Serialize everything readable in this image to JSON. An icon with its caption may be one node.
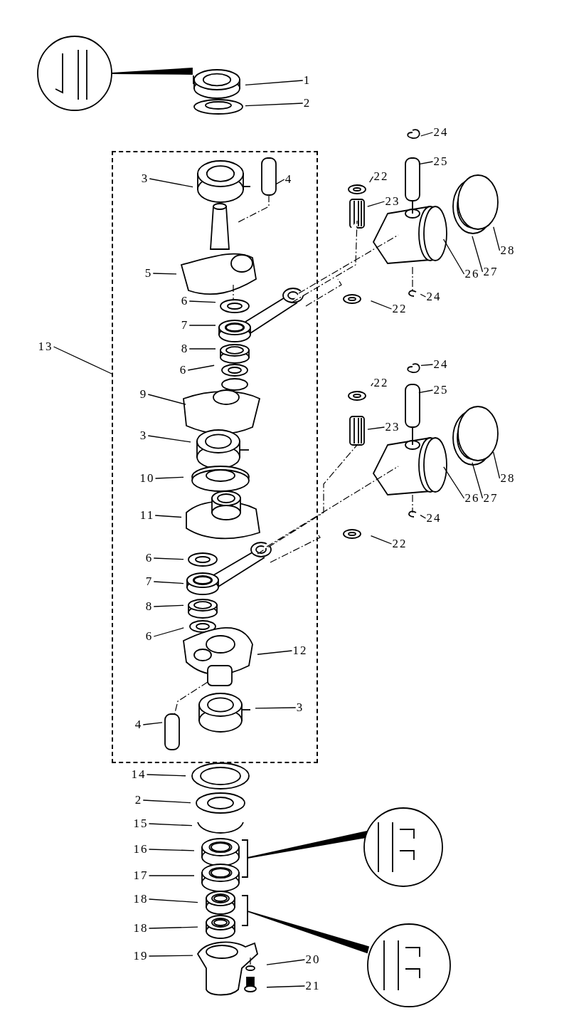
{
  "diagram": {
    "nodes": [
      {
        "text": [
          "1"
        ]
      },
      {
        "text": [
          "2"
        ]
      },
      {
        "text": [],
        "shape": "box"
      },
      {
        "text": [
          "24"
        ]
      },
      {
        "text": [
          "3"
        ],
        "in": 2
      },
      {
        "text": [
          "4"
        ],
        "in": 2
      },
      {
        "text": [
          "25"
        ]
      },
      {
        "text": [
          "22"
        ]
      },
      {
        "text": [
          "23"
        ]
      },
      {
        "text": [
          "5"
        ],
        "in": 2
      },
      {
        "text": [
          "26"
        ]
      },
      {
        "text": [
          "27"
        ]
      },
      {
        "text": [
          "28"
        ]
      },
      {
        "text": [
          "6"
        ],
        "in": 2
      },
      {
        "text": [
          "24"
        ]
      },
      {
        "text": [
          "22"
        ]
      },
      {
        "text": [
          "13"
        ]
      },
      {
        "text": [
          "7"
        ],
        "in": 2
      },
      {
        "text": [
          "8"
        ],
        "in": 2
      },
      {
        "text": [
          "6"
        ],
        "in": 2
      },
      {
        "text": [
          "9"
        ],
        "in": 2
      },
      {
        "text": [
          "24"
        ]
      },
      {
        "text": [
          "22"
        ]
      },
      {
        "text": [
          "25"
        ]
      },
      {
        "text": [
          "23"
        ]
      },
      {
        "text": [
          "3"
        ],
        "in": 2
      },
      {
        "text": [
          "10"
        ],
        "in": 2
      },
      {
        "text": [
          "26"
        ]
      },
      {
        "text": [
          "27"
        ]
      },
      {
        "text": [
          "28"
        ]
      },
      {
        "text": [
          "11"
        ],
        "in": 2
      },
      {
        "text": [
          "24"
        ]
      },
      {
        "text": [
          "22"
        ]
      },
      {
        "text": [
          "6"
        ],
        "in": 2
      },
      {
        "text": [
          "7"
        ],
        "in": 2
      },
      {
        "text": [
          "8"
        ],
        "in": 2
      },
      {
        "text": [
          "6"
        ],
        "in": 2
      },
      {
        "text": [
          "12"
        ],
        "in": 2
      },
      {
        "text": [
          "3"
        ],
        "in": 2
      },
      {
        "text": [
          "4"
        ],
        "in": 2
      },
      {
        "text": [
          "14"
        ]
      },
      {
        "text": [
          "2"
        ]
      },
      {
        "text": [
          "15"
        ]
      },
      {
        "text": [
          "16"
        ]
      },
      {
        "text": [
          "17"
        ]
      },
      {
        "text": [
          "18"
        ]
      },
      {
        "text": [
          "18"
        ]
      },
      {
        "text": [
          "19"
        ]
      },
      {
        "text": [
          "20"
        ]
      },
      {
        "text": [
          "21"
        ]
      }
    ],
    "edges": [
      {
        "from": 0,
        "to": null,
        "arrow": "none"
      },
      {
        "from": 1,
        "to": null,
        "arrow": "none"
      },
      {
        "from": 3,
        "to": null,
        "arrow": "none"
      },
      {
        "from": 4,
        "to": null,
        "arrow": "none"
      },
      {
        "from": 5,
        "to": null,
        "arrow": "none"
      },
      {
        "from": 6,
        "to": null,
        "arrow": "none"
      },
      {
        "from": 7,
        "to": null,
        "arrow": "none"
      },
      {
        "from": 8,
        "to": null,
        "arrow": "none"
      },
      {
        "from": 9,
        "to": null,
        "arrow": "none"
      },
      {
        "from": 10,
        "to": null,
        "arrow": "none"
      },
      {
        "from": 11,
        "to": null,
        "arrow": "none"
      },
      {
        "from": 12,
        "to": null,
        "arrow": "none"
      },
      {
        "from": 13,
        "to": null,
        "arrow": "none"
      },
      {
        "from": 14,
        "to": null,
        "arrow": "none"
      },
      {
        "from": 15,
        "to": null,
        "arrow": "none"
      },
      {
        "from": 16,
        "to": 2,
        "arrow": "none"
      },
      {
        "from": 17,
        "to": null,
        "arrow": "none"
      },
      {
        "from": 18,
        "to": null,
        "arrow": "none"
      },
      {
        "from": 19,
        "to": null,
        "arrow": "none"
      },
      {
        "from": 20,
        "to": null,
        "arrow": "none"
      },
      {
        "from": 21,
        "to": null,
        "arrow": "none"
      },
      {
        "from": 22,
        "to": null,
        "arrow": "none"
      },
      {
        "from": 23,
        "to": null,
        "arrow": "none"
      },
      {
        "from": 24,
        "to": null,
        "arrow": "none"
      },
      {
        "from": 25,
        "to": null,
        "arrow": "none"
      },
      {
        "from": 26,
        "to": null,
        "arrow": "none"
      },
      {
        "from": 27,
        "to": null,
        "arrow": "none"
      },
      {
        "from": 28,
        "to": null,
        "arrow": "none"
      },
      {
        "from": 29,
        "to": null,
        "arrow": "none"
      },
      {
        "from": 30,
        "to": null,
        "arrow": "none"
      },
      {
        "from": 31,
        "to": null,
        "arrow": "none"
      },
      {
        "from": 32,
        "to": null,
        "arrow": "none"
      },
      {
        "from": 33,
        "to": null,
        "arrow": "none"
      },
      {
        "from": 34,
        "to": null,
        "arrow": "none"
      },
      {
        "from": 35,
        "to": null,
        "arrow": "none"
      },
      {
        "from": 36,
        "to": null,
        "arrow": "none"
      },
      {
        "from": 37,
        "to": null,
        "arrow": "none"
      },
      {
        "from": 38,
        "to": null,
        "arrow": "none"
      },
      {
        "from": 39,
        "to": null,
        "arrow": "none"
      },
      {
        "from": 40,
        "to": null,
        "arrow": "none"
      },
      {
        "from": 41,
        "to": null,
        "arrow": "none"
      },
      {
        "from": 42,
        "to": null,
        "arrow": "none"
      },
      {
        "from": 43,
        "to": null,
        "arrow": "none"
      },
      {
        "from": 44,
        "to": null,
        "arrow": "none"
      },
      {
        "from": 45,
        "to": null,
        "arrow": "none"
      },
      {
        "from": 46,
        "to": null,
        "arrow": "none"
      },
      {
        "from": 47,
        "to": null,
        "arrow": "none"
      },
      {
        "from": 48,
        "to": null,
        "arrow": "none"
      },
      {
        "from": 49,
        "to": null,
        "arrow": "none"
      }
    ]
  }
}
